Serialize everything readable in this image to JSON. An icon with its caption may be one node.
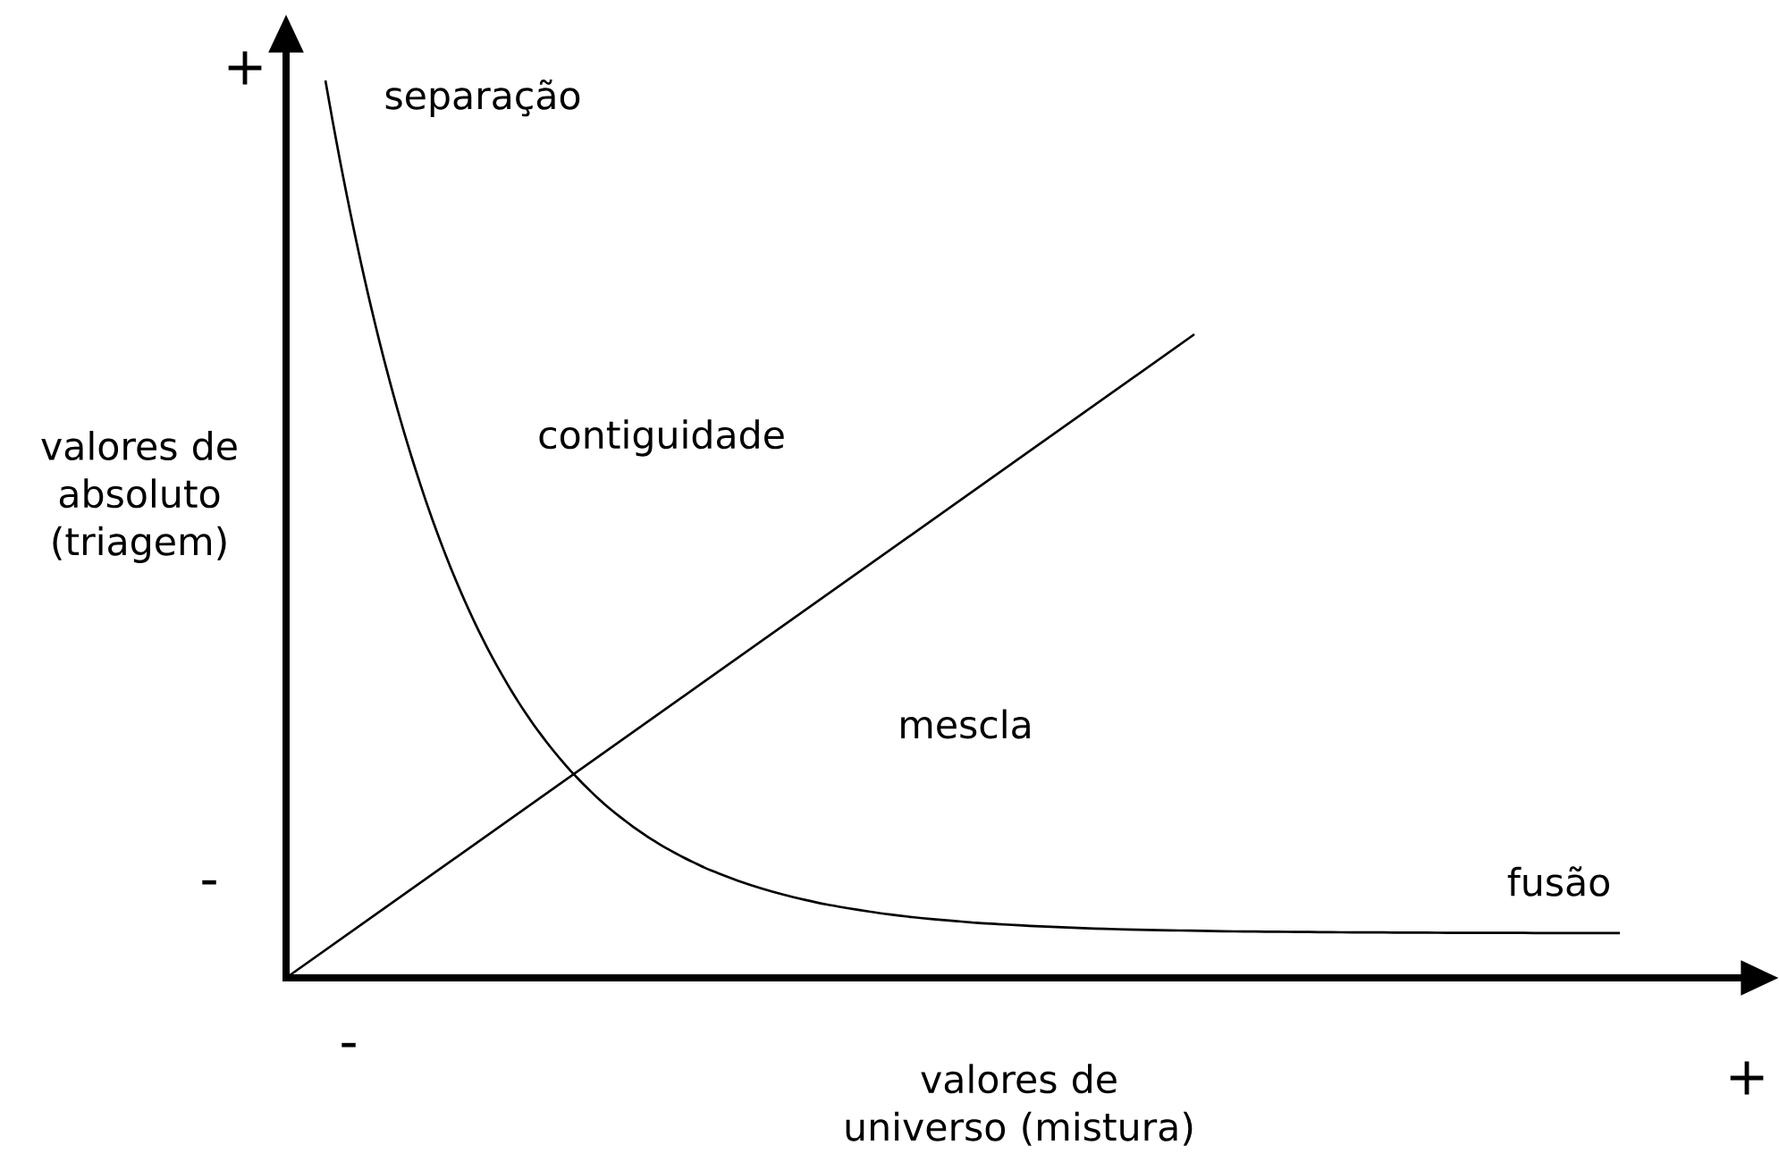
{
  "diagram": {
    "labels": [
      "+",
      "separação",
      "contiguidade",
      "valores de absoluto (triagem)",
      "mescla",
      "fusão",
      "-",
      "-",
      "valores de universo (mistura)",
      "+"
    ]
  }
}
